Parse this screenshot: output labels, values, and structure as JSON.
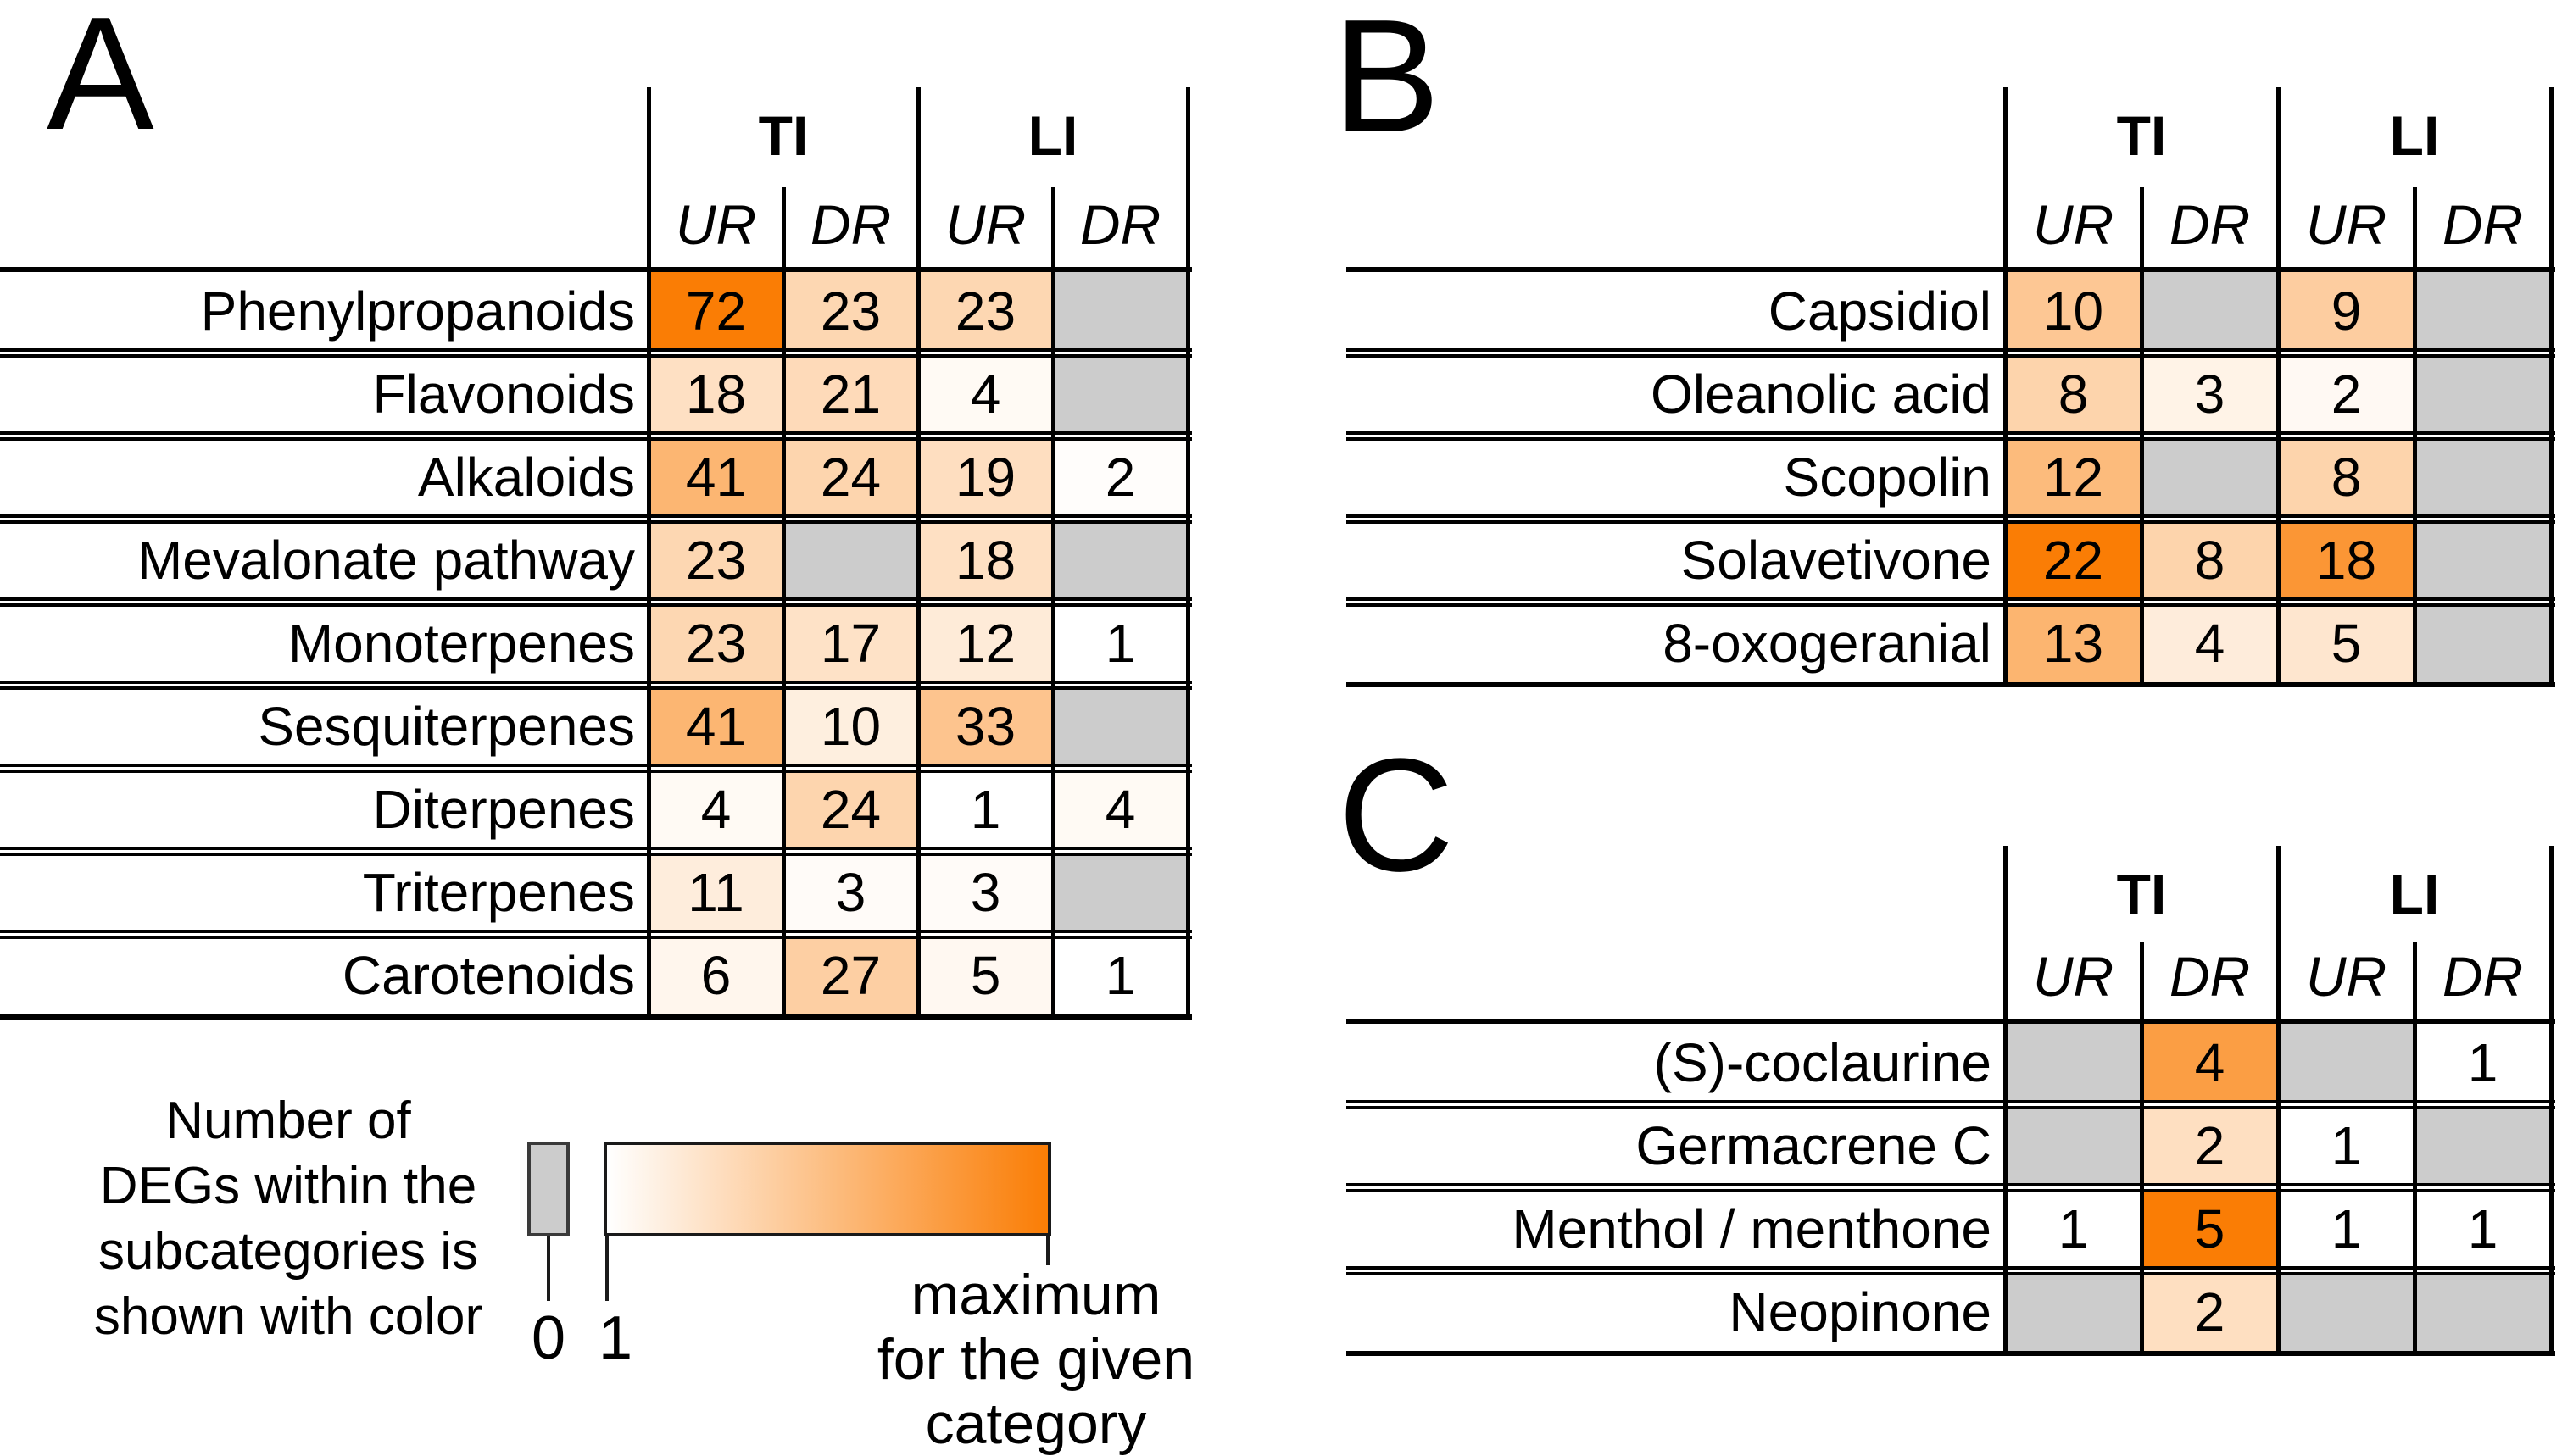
{
  "figure": {
    "panel_labels": {
      "a": "A",
      "b": "B",
      "c": "C"
    }
  },
  "chart_data": [
    {
      "type": "heatmap",
      "panel": "A",
      "col_groups": [
        "TI",
        "LI"
      ],
      "col_subheaders": [
        "UR",
        "DR",
        "UR",
        "DR"
      ],
      "row_labels": [
        "Phenylpropanoids",
        "Flavonoids",
        "Alkaloids",
        "Mevalonate pathway",
        "Monoterpenes",
        "Sesquiterpenes",
        "Diterpenes",
        "Triterpenes",
        "Carotenoids"
      ],
      "values": [
        [
          72,
          23,
          23,
          null
        ],
        [
          18,
          21,
          4,
          null
        ],
        [
          41,
          24,
          19,
          2
        ],
        [
          23,
          null,
          18,
          null
        ],
        [
          23,
          17,
          12,
          1
        ],
        [
          41,
          10,
          33,
          null
        ],
        [
          4,
          24,
          1,
          4
        ],
        [
          11,
          3,
          3,
          null
        ],
        [
          6,
          27,
          5,
          1
        ]
      ],
      "color_scale": {
        "zero_color": "#CCCCCC",
        "min_value": 1,
        "min_color": "#FFFFFF",
        "max_value": 72,
        "max_color": "#FA7D05"
      }
    },
    {
      "type": "heatmap",
      "panel": "B",
      "col_groups": [
        "TI",
        "LI"
      ],
      "col_subheaders": [
        "UR",
        "DR",
        "UR",
        "DR"
      ],
      "row_labels": [
        "Capsidiol",
        "Oleanolic acid",
        "Scopolin",
        "Solavetivone",
        "8-oxogeranial"
      ],
      "values": [
        [
          10,
          null,
          9,
          null
        ],
        [
          8,
          3,
          2,
          null
        ],
        [
          12,
          null,
          8,
          null
        ],
        [
          22,
          8,
          18,
          null
        ],
        [
          13,
          4,
          5,
          null
        ]
      ],
      "color_scale": {
        "zero_color": "#CCCCCC",
        "min_value": 1,
        "min_color": "#FFFFFF",
        "max_value": 22,
        "max_color": "#FA7D05"
      }
    },
    {
      "type": "heatmap",
      "panel": "C",
      "col_groups": [
        "TI",
        "LI"
      ],
      "col_subheaders": [
        "UR",
        "DR",
        "UR",
        "DR"
      ],
      "row_labels": [
        "(S)-coclaurine",
        "Germacrene C",
        "Menthol / menthone",
        "Neopinone"
      ],
      "values": [
        [
          null,
          4,
          null,
          1
        ],
        [
          null,
          2,
          1,
          null
        ],
        [
          1,
          5,
          1,
          1
        ],
        [
          null,
          2,
          null,
          null
        ]
      ],
      "color_scale": {
        "zero_color": "#CCCCCC",
        "min_value": 1,
        "min_color": "#FFFFFF",
        "max_value": 5,
        "max_color": "#FA7D05"
      }
    }
  ],
  "legend": {
    "description_lines": [
      "Number of",
      "DEGs within the",
      "subcategories is",
      "shown with color"
    ],
    "zero_label": "0",
    "one_label": "1",
    "max_label_lines": [
      "maximum",
      "for the given",
      "category"
    ],
    "colors": {
      "zero_gray": "#CCCCCC",
      "scale_min": "#FFFFFF",
      "scale_max": "#FA7D05"
    }
  }
}
